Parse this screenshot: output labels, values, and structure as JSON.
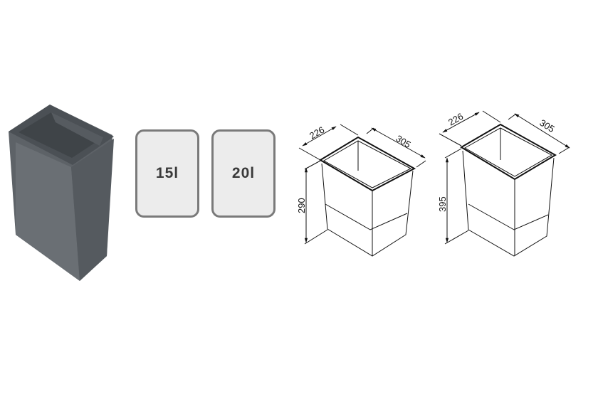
{
  "volumes": [
    {
      "label": "15l"
    },
    {
      "label": "20l"
    }
  ],
  "drawings": [
    {
      "width": "226",
      "depth": "305",
      "height": "290"
    },
    {
      "width": "226",
      "depth": "305",
      "height": "395"
    }
  ],
  "colors": {
    "bin": "#60656a",
    "box_border": "#7a7a7a",
    "box_fill": "#ececec"
  }
}
